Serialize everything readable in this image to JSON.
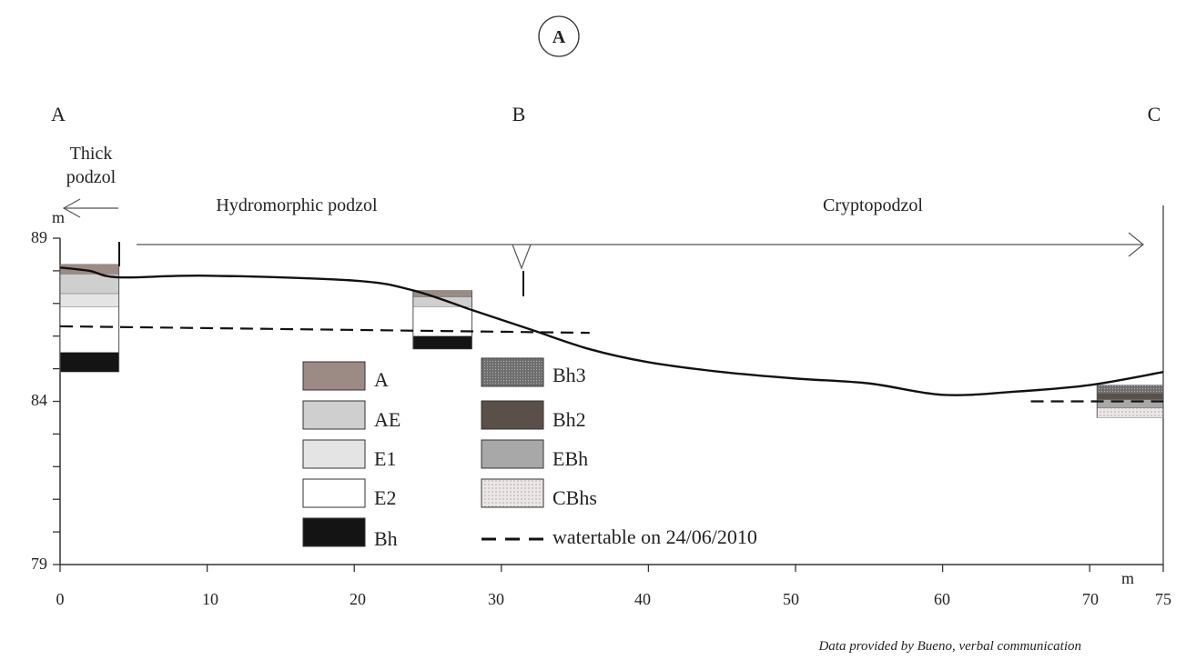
{
  "figure": {
    "panel_label": "A",
    "point_labels": [
      "A",
      "B",
      "C"
    ],
    "zone_labels": {
      "thick_l1": "Thick",
      "thick_l2": "podzol",
      "hydro": "Hydromorphic podzol",
      "crypto": "Cryptopodzol"
    },
    "axis": {
      "y_unit": "m",
      "x_unit": "m",
      "y_ticks": [
        "89",
        "84",
        "79"
      ],
      "x_ticks": [
        "0",
        "10",
        "20",
        "30",
        "40",
        "50",
        "60",
        "70",
        "75"
      ]
    },
    "legend": {
      "items": [
        {
          "key": "A",
          "label": "A",
          "color": "#9b8b84"
        },
        {
          "key": "AE",
          "label": "AE",
          "color": "#cfcfcf"
        },
        {
          "key": "E1",
          "label": "E1",
          "color": "#e4e4e4"
        },
        {
          "key": "E2",
          "label": "E2",
          "color": "#ffffff"
        },
        {
          "key": "Bh",
          "label": "Bh",
          "color": "#141414"
        },
        {
          "key": "Bh3",
          "label": "Bh3",
          "color": "#7a7a7a"
        },
        {
          "key": "Bh2",
          "label": "Bh2",
          "color": "#5a4f49"
        },
        {
          "key": "EBh",
          "label": "EBh",
          "color": "#a8a8a8"
        },
        {
          "key": "CBhs",
          "label": "CBhs",
          "color": "#ece6e6"
        }
      ],
      "watertable_label": "watertable on 24/06/2010"
    },
    "credit": "Data provided by Bueno, verbal communication"
  },
  "chart_data": {
    "type": "line",
    "xlabel": "m",
    "ylabel": "m",
    "xlim": [
      0,
      75
    ],
    "ylim": [
      79,
      89
    ],
    "x_ticks": [
      0,
      10,
      20,
      30,
      40,
      50,
      60,
      70,
      75
    ],
    "y_ticks": [
      79,
      84,
      89
    ],
    "surface": {
      "x": [
        0,
        2,
        4,
        10,
        20,
        24,
        28,
        32,
        36,
        40,
        45,
        50,
        55,
        60,
        65,
        70,
        75
      ],
      "y": [
        88.1,
        88.0,
        87.8,
        87.85,
        87.7,
        87.4,
        86.8,
        86.2,
        85.6,
        85.2,
        84.9,
        84.7,
        84.55,
        84.2,
        84.3,
        84.5,
        84.9
      ]
    },
    "watertable": [
      {
        "x": [
          0,
          36
        ],
        "y": [
          86.3,
          86.1
        ]
      },
      {
        "x": [
          66,
          75
        ],
        "y": [
          84.0,
          84.0
        ]
      }
    ],
    "profiles": [
      {
        "x_start": 0,
        "x_end": 4,
        "layers": [
          {
            "horizon": "A",
            "top": 88.2,
            "bottom": 87.9
          },
          {
            "horizon": "AE",
            "top": 87.9,
            "bottom": 87.3
          },
          {
            "horizon": "E1",
            "top": 87.3,
            "bottom": 86.9
          },
          {
            "horizon": "E2",
            "top": 86.9,
            "bottom": 85.5
          },
          {
            "horizon": "Bh",
            "top": 85.5,
            "bottom": 84.9
          }
        ]
      },
      {
        "x_start": 24,
        "x_end": 28,
        "layers": [
          {
            "horizon": "A",
            "top": 87.4,
            "bottom": 87.2
          },
          {
            "horizon": "AE",
            "top": 87.2,
            "bottom": 86.9
          },
          {
            "horizon": "E2",
            "top": 86.9,
            "bottom": 86.0
          },
          {
            "horizon": "Bh",
            "top": 86.0,
            "bottom": 85.6
          }
        ]
      },
      {
        "x_start": 70.5,
        "x_end": 75,
        "layers": [
          {
            "horizon": "Bh3",
            "top": 84.5,
            "bottom": 84.25
          },
          {
            "horizon": "Bh2",
            "top": 84.25,
            "bottom": 84.05
          },
          {
            "horizon": "EBh",
            "top": 84.05,
            "bottom": 83.8
          },
          {
            "horizon": "CBhs",
            "top": 83.8,
            "bottom": 83.5
          }
        ]
      }
    ],
    "zones": [
      {
        "label": "Thick podzol",
        "x_start": 0,
        "x_end": 4
      },
      {
        "label": "Hydromorphic podzol",
        "x_start": 5,
        "x_end": 31
      },
      {
        "label": "Cryptopodzol",
        "x_start": 31,
        "x_end": 72
      }
    ]
  }
}
